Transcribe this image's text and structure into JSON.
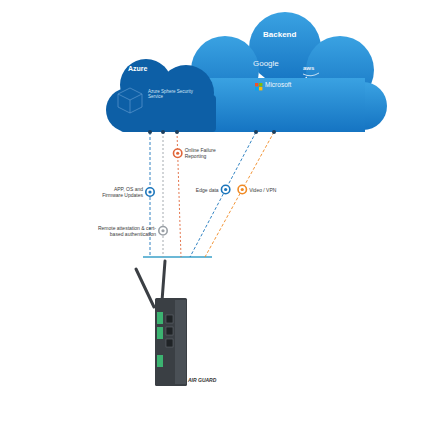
{
  "diagram": {
    "nodes": [
      {
        "text": [
          "Backend",
          "Google",
          "aws",
          "Microsoft"
        ]
      },
      {
        "text": [
          "Azure",
          "Azure Sphere Security Service"
        ]
      },
      {
        "text": [
          "AIR GUARD"
        ]
      }
    ],
    "edges": [
      {
        "from": 1,
        "to": 2,
        "arrow": "none",
        "label": "APP, OS and Firmware Updates"
      },
      {
        "from": 1,
        "to": 2,
        "arrow": "none",
        "label": "Remote attestation & cert-based authentication"
      },
      {
        "from": 1,
        "to": 2,
        "arrow": "none",
        "label": "Online Failure Reporting"
      },
      {
        "from": 0,
        "to": 2,
        "arrow": "none",
        "label": "Edge data"
      },
      {
        "from": 0,
        "to": 2,
        "arrow": "none",
        "label": "Video / VPN"
      }
    ]
  }
}
